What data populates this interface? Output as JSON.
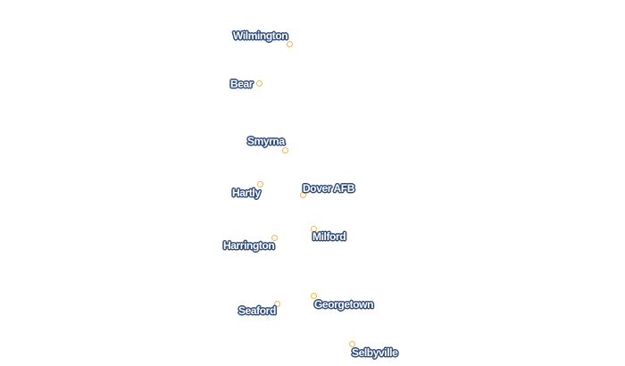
{
  "map": {
    "colors": {
      "marker_outline": "#f2b64a",
      "label_halo": "#2e4a7a",
      "label_text": "#ffffff"
    },
    "cities": [
      {
        "name": "Wilmington"
      },
      {
        "name": "Bear"
      },
      {
        "name": "Smyrna"
      },
      {
        "name": "Hartly"
      },
      {
        "name": "Dover AFB"
      },
      {
        "name": "Milford"
      },
      {
        "name": "Harrington"
      },
      {
        "name": "Seaford"
      },
      {
        "name": "Georgetown"
      },
      {
        "name": "Selbyville"
      }
    ]
  }
}
